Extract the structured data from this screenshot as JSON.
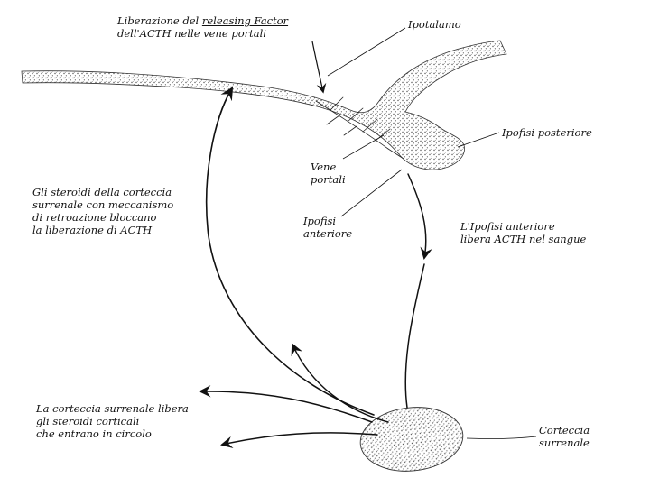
{
  "figure": {
    "top_left_label": {
      "pre": "Liberazione del ",
      "underlined": "releasing Factor",
      "line2": "dell'ACTH nelle vene portali"
    },
    "ipotalamo": "Ipotalamo",
    "ipofisi_posteriore": "Ipofisi posteriore",
    "vene_portali": {
      "l1": "Vene",
      "l2": "portali"
    },
    "ipofisi_anteriore": {
      "l1": "Ipofisi",
      "l2": "anteriore"
    },
    "acth_blood": {
      "l1": "L'Ipofisi anteriore",
      "l2": "libera ACTH nel sangue"
    },
    "feedback": {
      "l1": "Gli steroidi della corteccia",
      "l2": "surrenale con meccanismo",
      "l3": "di retroazione bloccano",
      "l4": "la liberazione di ACTH"
    },
    "cortex_release": {
      "l1": "La corteccia surrenale libera",
      "l2": "gli steroidi corticali",
      "l3": "che entrano in circolo"
    },
    "corteccia_surrenale": {
      "l1": "Corteccia",
      "l2": "surrenale"
    },
    "colors": {
      "ink": "#111111",
      "background": "#ffffff"
    }
  }
}
